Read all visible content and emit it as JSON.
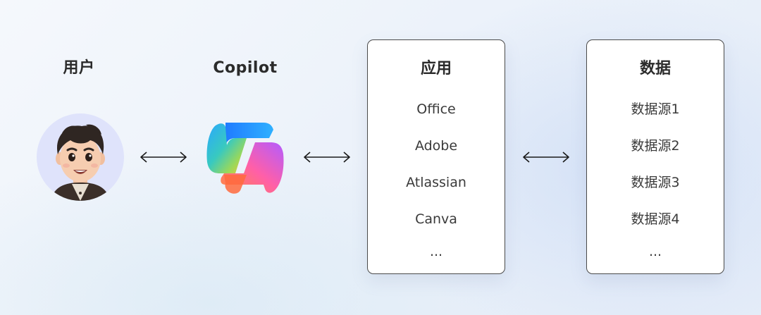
{
  "columns": {
    "user": {
      "title": "用户",
      "icon": "user-avatar-icon"
    },
    "copilot": {
      "title": "Copilot",
      "icon": "copilot-logo-icon"
    },
    "apps": {
      "title": "应用",
      "items": [
        "Office",
        "Adobe",
        "Atlassian",
        "Canva",
        "..."
      ]
    },
    "data": {
      "title": "数据",
      "items": [
        "数据源1",
        "数据源2",
        "数据源3",
        "数据源4",
        "..."
      ]
    }
  },
  "connectors": [
    {
      "from": "用户",
      "to": "Copilot",
      "type": "bidirectional-arrow"
    },
    {
      "from": "Copilot",
      "to": "应用",
      "type": "bidirectional-arrow"
    },
    {
      "from": "应用",
      "to": "数据",
      "type": "bidirectional-arrow"
    }
  ],
  "colors": {
    "card_border": "#4a4a4a",
    "card_background": "#ffffff",
    "text": "#2b2b2b",
    "arrow": "#1a1a1a",
    "avatar_background": "#dfe3fb"
  }
}
